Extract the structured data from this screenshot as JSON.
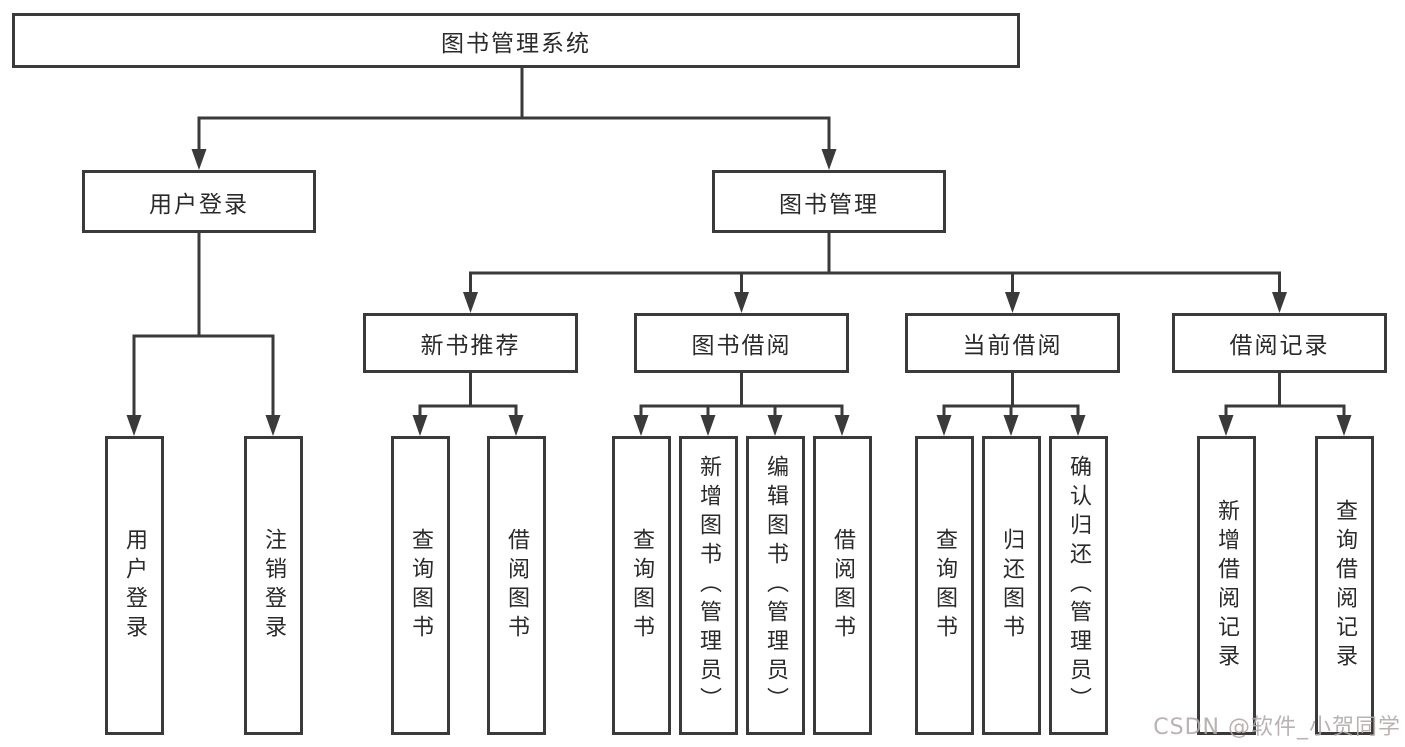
{
  "diagram": {
    "root": {
      "label": "图书管理系统"
    },
    "user_login": {
      "label": "用户登录",
      "children": [
        "用户登录",
        "注销登录"
      ]
    },
    "book_mgmt": {
      "label": "图书管理",
      "sections": {
        "new_book": {
          "label": "新书推荐",
          "children": [
            "查询图书",
            "借阅图书"
          ]
        },
        "borrow": {
          "label": "图书借阅",
          "children": [
            "查询图书",
            "新增图书（管理员）",
            "编辑图书（管理员）",
            "借阅图书"
          ]
        },
        "current": {
          "label": "当前借阅",
          "children": [
            "查询图书",
            "归还图书",
            "确认归还（管理员）"
          ]
        },
        "records": {
          "label": "借阅记录",
          "children": [
            "新增借阅记录",
            "查询借阅记录"
          ]
        }
      }
    }
  },
  "colors": {
    "line": "#3a3a3a",
    "text": "#2a2a2a",
    "background": "#ffffff",
    "watermark": "#b2aaaa"
  },
  "watermark": "CSDN @软件_小贺同学"
}
